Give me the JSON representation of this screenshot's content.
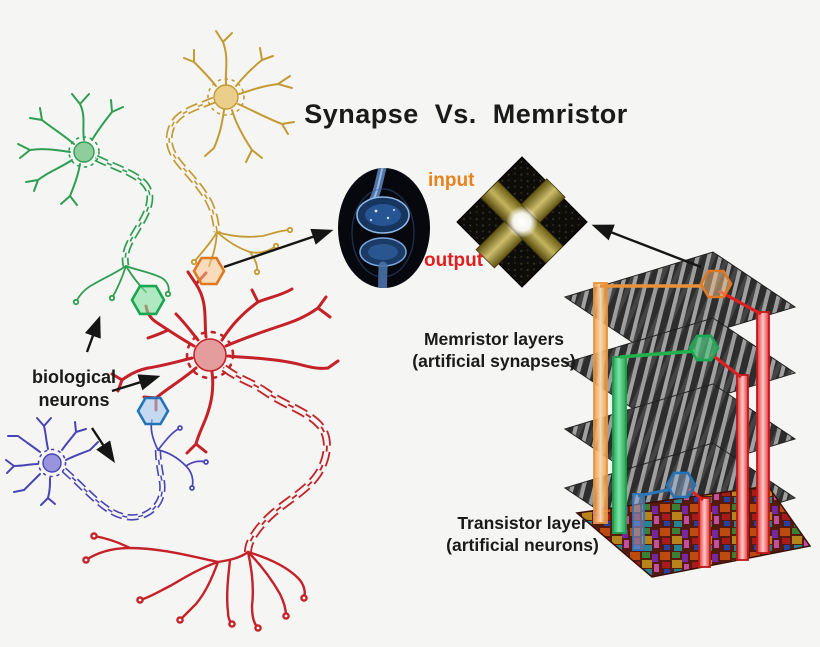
{
  "title": "Synapse  Vs.  Memristor",
  "left": {
    "label": {
      "line1": "biological",
      "line2": "neurons"
    },
    "neurons": [
      {
        "name": "yellow-neuron",
        "color": "#C8A13A"
      },
      {
        "name": "green-neuron",
        "color": "#2E9E52"
      },
      {
        "name": "red-neuron",
        "color": "#C42128"
      },
      {
        "name": "blue-neuron",
        "color": "#4A44B4"
      }
    ],
    "synapse_markers": [
      {
        "name": "orange-marker",
        "color": "#E07820"
      },
      {
        "name": "green-marker",
        "color": "#18A850"
      },
      {
        "name": "blue-marker",
        "color": "#2273B8"
      }
    ]
  },
  "center": {
    "input_label": "input",
    "input_color": "#E8821E",
    "output_label": "output",
    "output_color": "#E02020"
  },
  "right": {
    "memristor_label": {
      "line1": "Memristor layers",
      "line2": "(artificial synapses)"
    },
    "transistor_label": {
      "line1": "Transistor layer",
      "line2": "(artificial neurons)"
    },
    "memristor_layer_count": 4,
    "pillars": [
      {
        "name": "orange-pillar",
        "color": "#E8923C"
      },
      {
        "name": "green-pillar",
        "color": "#22B14C"
      },
      {
        "name": "blue-pillar",
        "color": "#2E75B6"
      },
      {
        "name": "red-pillars",
        "color": "#E02020"
      }
    ]
  }
}
